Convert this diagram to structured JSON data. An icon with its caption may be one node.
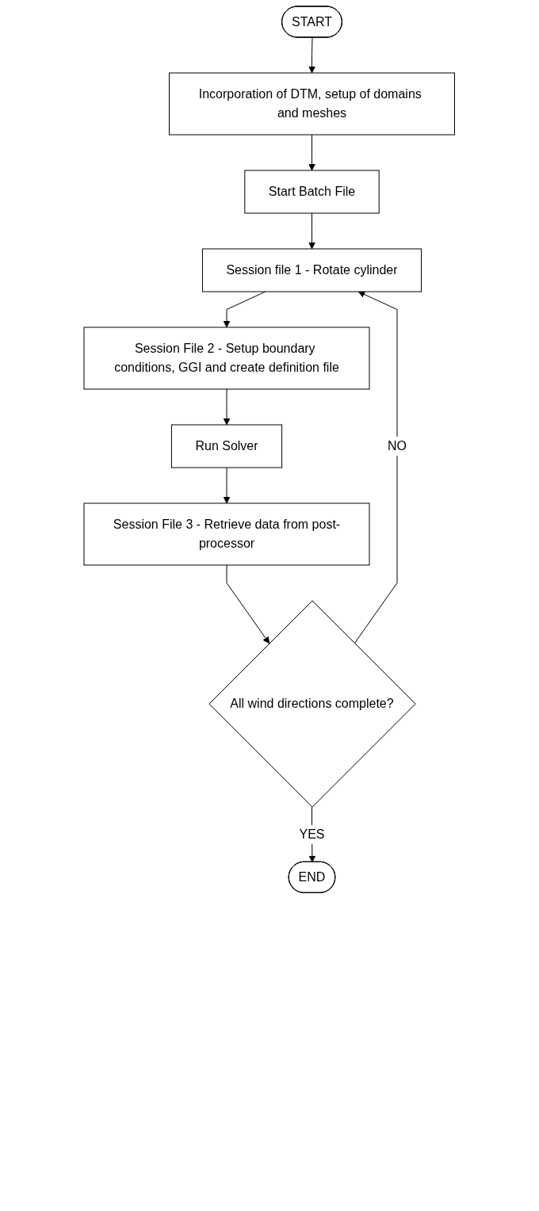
{
  "diagram": {
    "nodes": [
      {
        "text": [
          "START"
        ]
      },
      {
        "text": [
          "Incorporation of DTM, setup of domains and meshes"
        ]
      },
      {
        "text": [
          "Start Batch File"
        ]
      },
      {
        "text": [
          "Session file 1 - Rotate cylinder"
        ]
      },
      {
        "text": [
          "Session File 2 - Setup boundary conditions, GGI and create definition file"
        ]
      },
      {
        "text": [
          "Run Solver"
        ]
      },
      {
        "text": [
          "Session File 3 - Retrieve data from post-processor"
        ]
      },
      {
        "text": [
          "All wind directions complete?"
        ]
      },
      {
        "text": [
          "END"
        ]
      }
    ],
    "edges": [
      {
        "from": 0,
        "to": 1,
        "arrow": "to"
      },
      {
        "from": 1,
        "to": 2,
        "arrow": "to"
      },
      {
        "from": 2,
        "to": 3,
        "arrow": "to"
      },
      {
        "from": 3,
        "to": 4,
        "arrow": "to"
      },
      {
        "from": 4,
        "to": 5,
        "arrow": "to"
      },
      {
        "from": 5,
        "to": 6,
        "arrow": "to"
      },
      {
        "from": 6,
        "to": 7,
        "arrow": "to"
      },
      {
        "from": 7,
        "to": 3,
        "label": "NO",
        "arrow": "to"
      },
      {
        "from": 7,
        "to": 8,
        "label": "YES",
        "arrow": "to"
      }
    ]
  }
}
